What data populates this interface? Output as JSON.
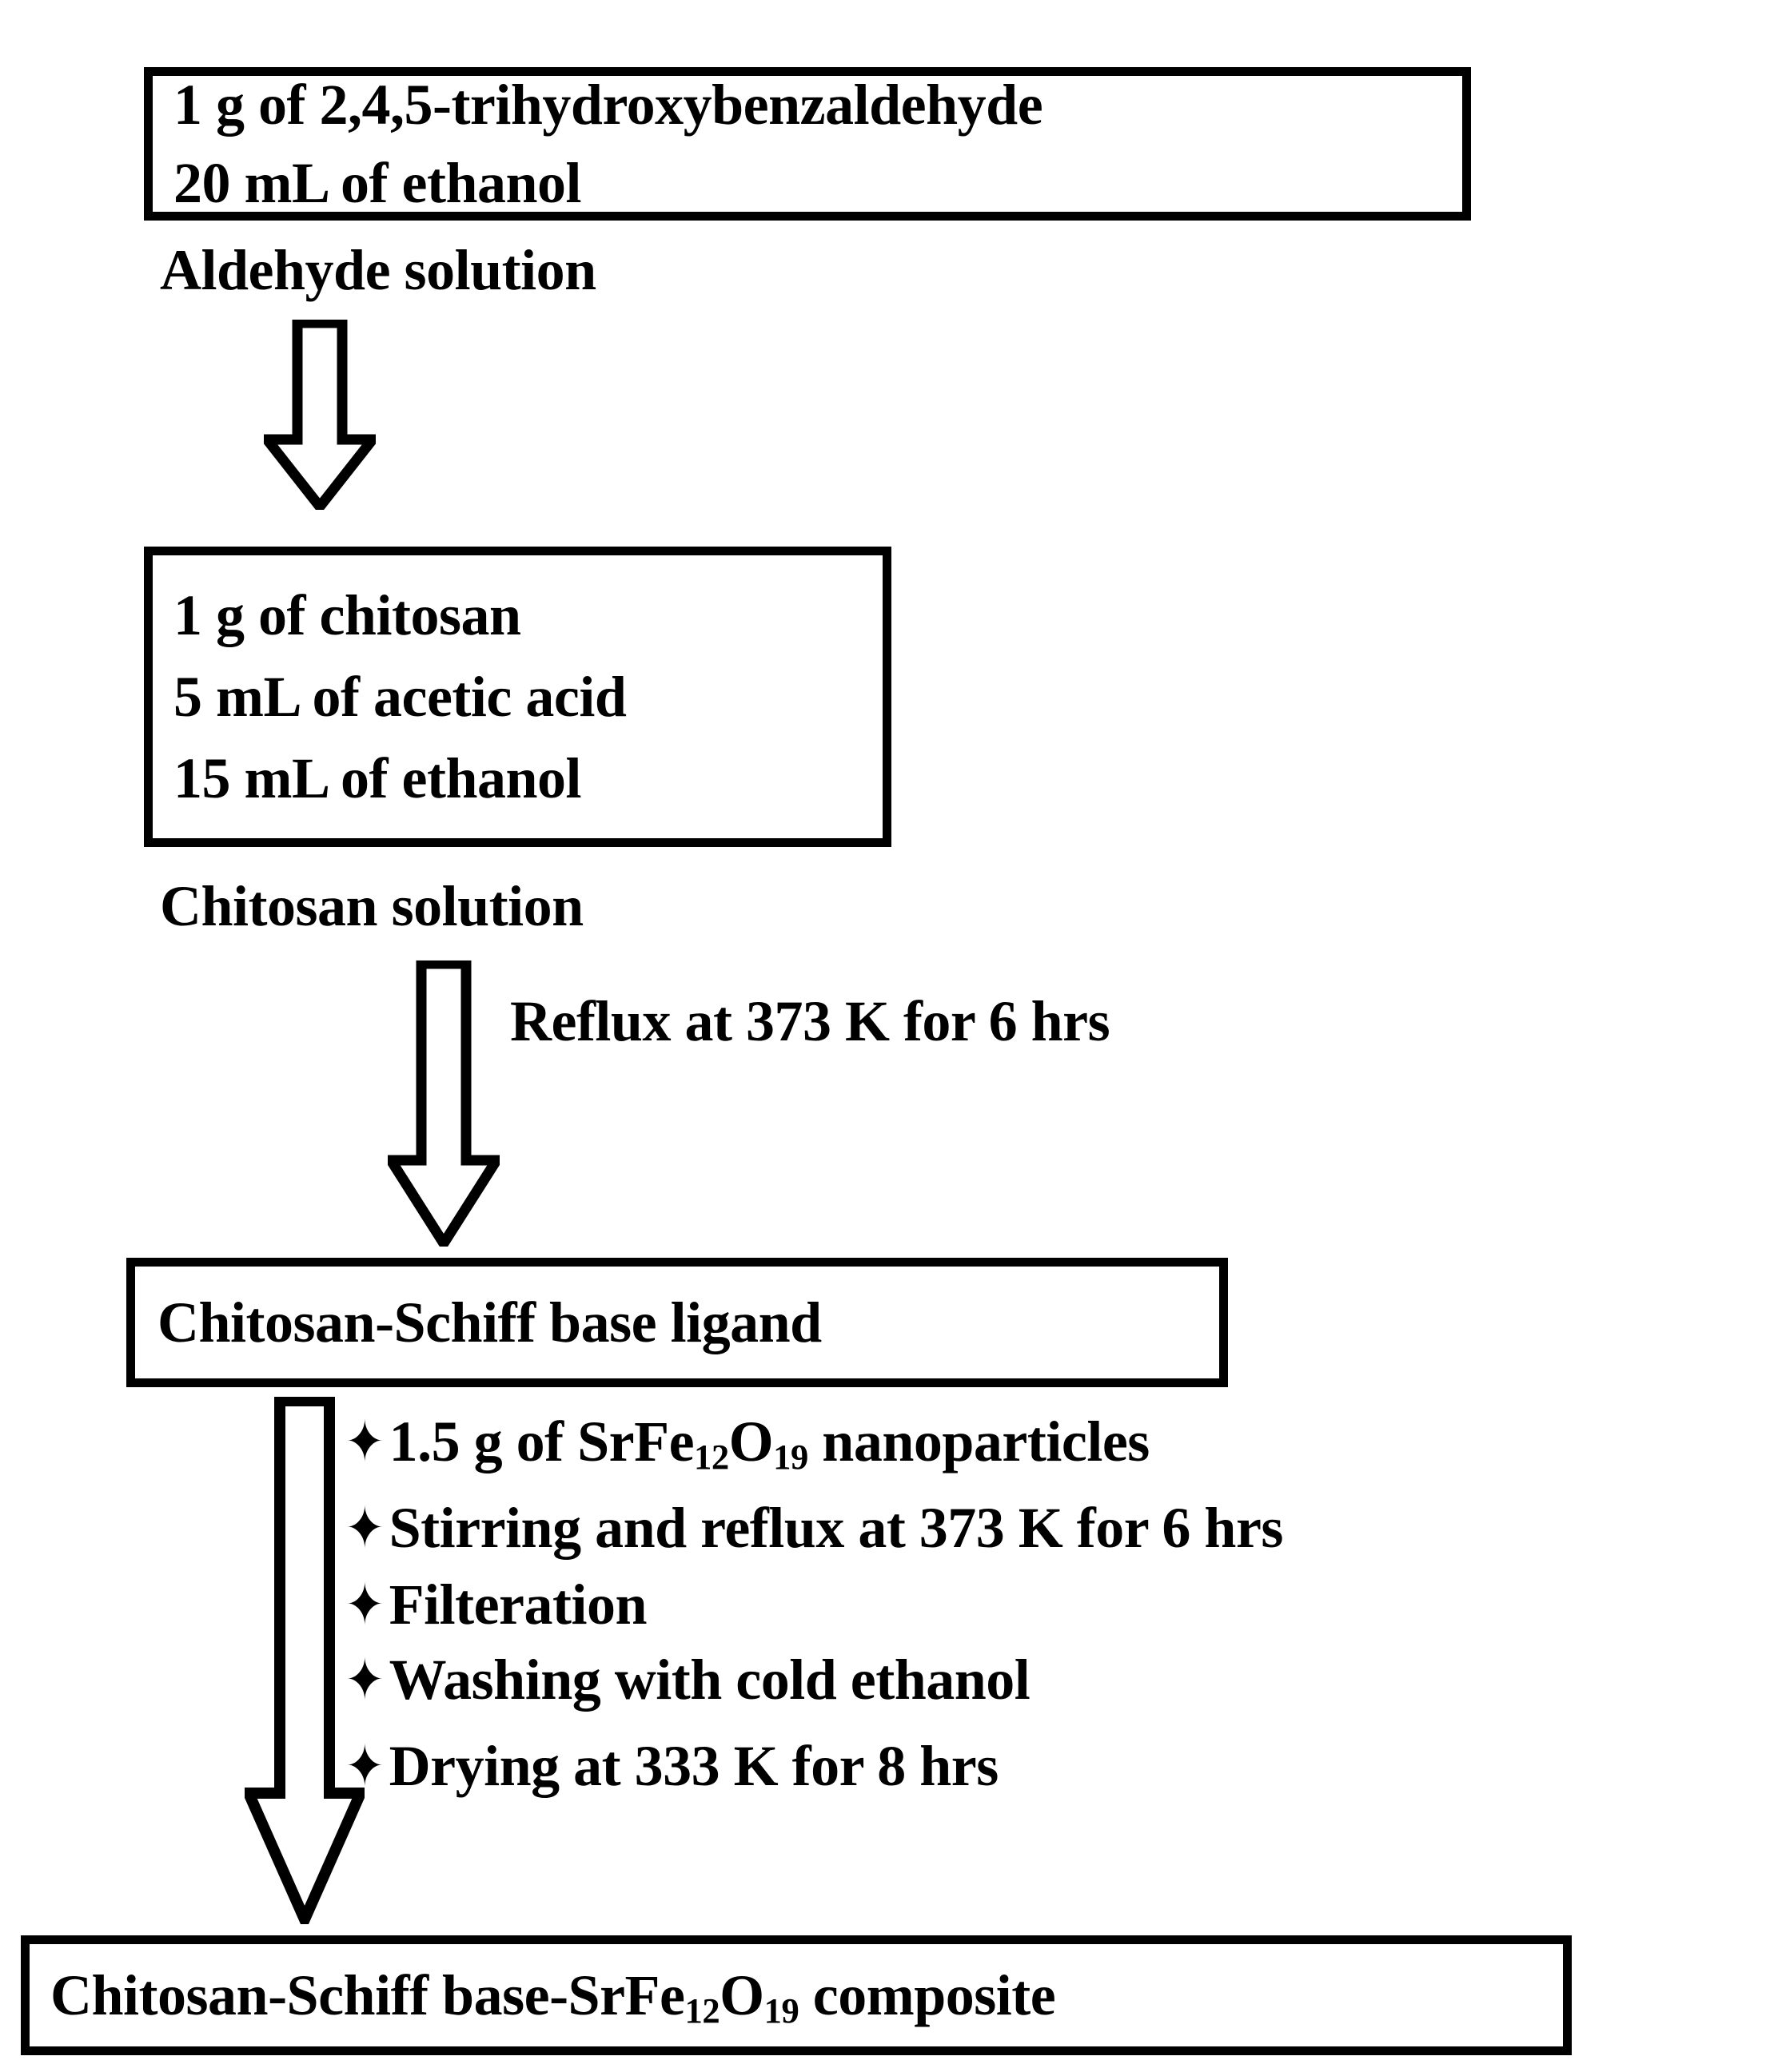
{
  "diagram": {
    "title": "Synthesis flowchart of Chitosan-Schiff base-SrFe12O19 composite",
    "background_color": "#ffffff",
    "line_color": "#000000"
  },
  "boxes": {
    "aldehyde": {
      "lines": [
        "1 g of 2,4,5-trihydroxybenzaldehyde",
        "20 mL of ethanol"
      ]
    },
    "chitosan": {
      "lines": [
        "1 g of chitosan",
        "5 mL of acetic acid",
        "15 mL of ethanol"
      ]
    },
    "ligand": {
      "label": "Chitosan-Schiff base ligand"
    },
    "composite": {
      "label_prefix": "Chitosan-Schiff base-SrFe",
      "label_sub1": "12",
      "label_mid": "O",
      "label_sub2": "19",
      "label_suffix": " composite"
    }
  },
  "captions": {
    "aldehyde_solution": "Aldehyde solution",
    "chitosan_solution": "Chitosan solution",
    "reflux_condition": "Reflux at  373 K  for 6 hrs"
  },
  "steps": {
    "bullet_glyph": "✦",
    "items": [
      {
        "prefix": "1.5 g of SrFe",
        "sub1": "12",
        "mid": "O",
        "sub2": "19",
        "suffix": " nanoparticles"
      },
      {
        "prefix": "Stirring and reflux  at  373 K   for 6 hrs",
        "sub1": "",
        "mid": "",
        "sub2": "",
        "suffix": ""
      },
      {
        "prefix": "Filteration",
        "sub1": "",
        "mid": "",
        "sub2": "",
        "suffix": ""
      },
      {
        "prefix": "Washing with cold ethanol",
        "sub1": "",
        "mid": "",
        "sub2": "",
        "suffix": ""
      },
      {
        "prefix": "Drying at 333 K for 8 hrs",
        "sub1": "",
        "mid": "",
        "sub2": "",
        "suffix": ""
      }
    ]
  },
  "arrows": [
    {
      "name": "arrow-aldehyde-to-chitosan"
    },
    {
      "name": "arrow-chitosan-to-ligand"
    },
    {
      "name": "arrow-ligand-to-composite"
    }
  ]
}
